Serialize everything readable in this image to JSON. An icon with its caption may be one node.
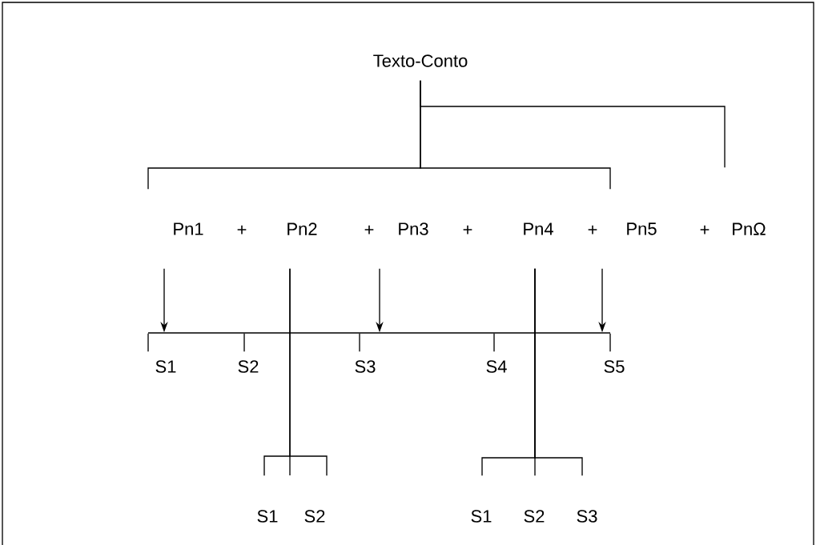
{
  "diagram": {
    "nodes": [
      {
        "text": [
          "Texto-Conto"
        ]
      },
      {
        "text": [
          "Pn1"
        ]
      },
      {
        "text": [
          "Pn2"
        ]
      },
      {
        "text": [
          "Pn3"
        ]
      },
      {
        "text": [
          "Pn4"
        ]
      },
      {
        "text": [
          "Pn5"
        ]
      },
      {
        "text": [
          "PnΩ"
        ]
      },
      {
        "text": [
          "S1"
        ]
      },
      {
        "text": [
          "S2"
        ]
      },
      {
        "text": [
          "S3"
        ]
      },
      {
        "text": [
          "S4"
        ]
      },
      {
        "text": [
          "S5"
        ]
      },
      {
        "text": [
          "S1"
        ]
      },
      {
        "text": [
          "S2"
        ]
      },
      {
        "text": [
          "S1"
        ]
      },
      {
        "text": [
          "S2"
        ]
      },
      {
        "text": [
          "S3"
        ]
      },
      {
        "text": [],
        "shape": "bar"
      }
    ],
    "edges": [
      {
        "from": 0,
        "to": 1,
        "arrow": "none"
      },
      {
        "from": 0,
        "to": 5,
        "arrow": "none"
      },
      {
        "from": 0,
        "to": 6,
        "arrow": "none"
      },
      {
        "from": 1,
        "to": 17,
        "arrow": "to"
      },
      {
        "from": 3,
        "to": 17,
        "arrow": "to"
      },
      {
        "from": 5,
        "to": 17,
        "arrow": "to"
      },
      {
        "from": 17,
        "to": 7,
        "arrow": "none"
      },
      {
        "from": 17,
        "to": 8,
        "arrow": "none"
      },
      {
        "from": 17,
        "to": 9,
        "arrow": "none"
      },
      {
        "from": 17,
        "to": 10,
        "arrow": "none"
      },
      {
        "from": 17,
        "to": 11,
        "arrow": "none"
      },
      {
        "from": 2,
        "to": 12,
        "arrow": "none"
      },
      {
        "from": 2,
        "to": 13,
        "arrow": "none"
      },
      {
        "from": 4,
        "to": 14,
        "arrow": "none"
      },
      {
        "from": 4,
        "to": 15,
        "arrow": "none"
      },
      {
        "from": 4,
        "to": 16,
        "arrow": "none"
      }
    ],
    "labels": [
      "+",
      "+",
      "+",
      "+",
      "+"
    ]
  }
}
